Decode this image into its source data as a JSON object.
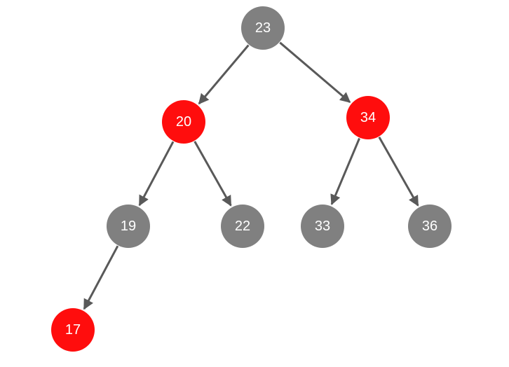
{
  "colors": {
    "black_node": "#808080",
    "red_node": "#ff0d0d",
    "edge": "#595959",
    "label": "#ffffff"
  },
  "tree": {
    "nodes": [
      {
        "id": "n23",
        "label": "23",
        "color": "black"
      },
      {
        "id": "n20",
        "label": "20",
        "color": "red"
      },
      {
        "id": "n34",
        "label": "34",
        "color": "red"
      },
      {
        "id": "n19",
        "label": "19",
        "color": "black"
      },
      {
        "id": "n22",
        "label": "22",
        "color": "black"
      },
      {
        "id": "n33",
        "label": "33",
        "color": "black"
      },
      {
        "id": "n36",
        "label": "36",
        "color": "black"
      },
      {
        "id": "n17",
        "label": "17",
        "color": "red"
      }
    ],
    "edges": [
      {
        "from": "n23",
        "to": "n20"
      },
      {
        "from": "n23",
        "to": "n34"
      },
      {
        "from": "n20",
        "to": "n19"
      },
      {
        "from": "n20",
        "to": "n22"
      },
      {
        "from": "n34",
        "to": "n33"
      },
      {
        "from": "n34",
        "to": "n36"
      },
      {
        "from": "n19",
        "to": "n17"
      }
    ]
  }
}
